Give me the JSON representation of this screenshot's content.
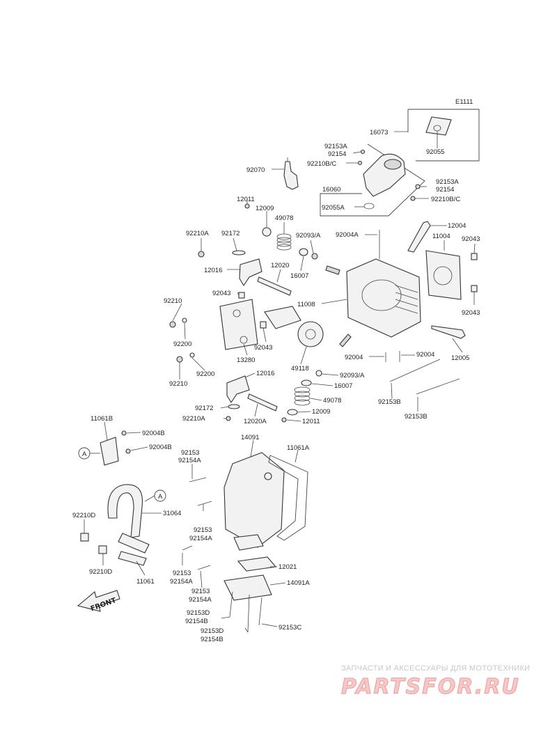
{
  "diagram_code": "E1111",
  "front_label": "FRONT",
  "callout_circle": "A",
  "watermark": {
    "tagline": "ЗАПЧАСТИ И АКСЕССУАРЫ ДЛЯ МОТОТЕХНИКИ",
    "logo": "PARTSFOR.RU",
    "accent_color": "#e06060"
  },
  "part_labels": [
    "16073",
    "92055",
    "92153A",
    "92154",
    "92210B/C",
    "92070",
    "16060",
    "92153A",
    "92154",
    "92210B/C",
    "92055A",
    "12011",
    "12009",
    "49078",
    "92210A",
    "92172",
    "92093/A",
    "92004A",
    "12004",
    "11004",
    "92043",
    "12016",
    "12020",
    "16007",
    "92043",
    "11008",
    "92210",
    "92043",
    "92200",
    "92043",
    "49118",
    "13280",
    "92004",
    "92004",
    "12005",
    "92210",
    "92200",
    "12016",
    "92093/A",
    "16007",
    "49078",
    "92153B",
    "92172",
    "92210A",
    "12020A",
    "12009",
    "12011",
    "92153B",
    "11061B",
    "92004B",
    "92004B",
    "14091",
    "11061A",
    "92153",
    "92154A",
    "92153",
    "92154A",
    "92210D",
    "31064",
    "92210D",
    "11061",
    "92153",
    "92154A",
    "92153",
    "92154A",
    "12021",
    "14091A",
    "92153D",
    "92154B",
    "92153D",
    "92154B",
    "92153C"
  ]
}
